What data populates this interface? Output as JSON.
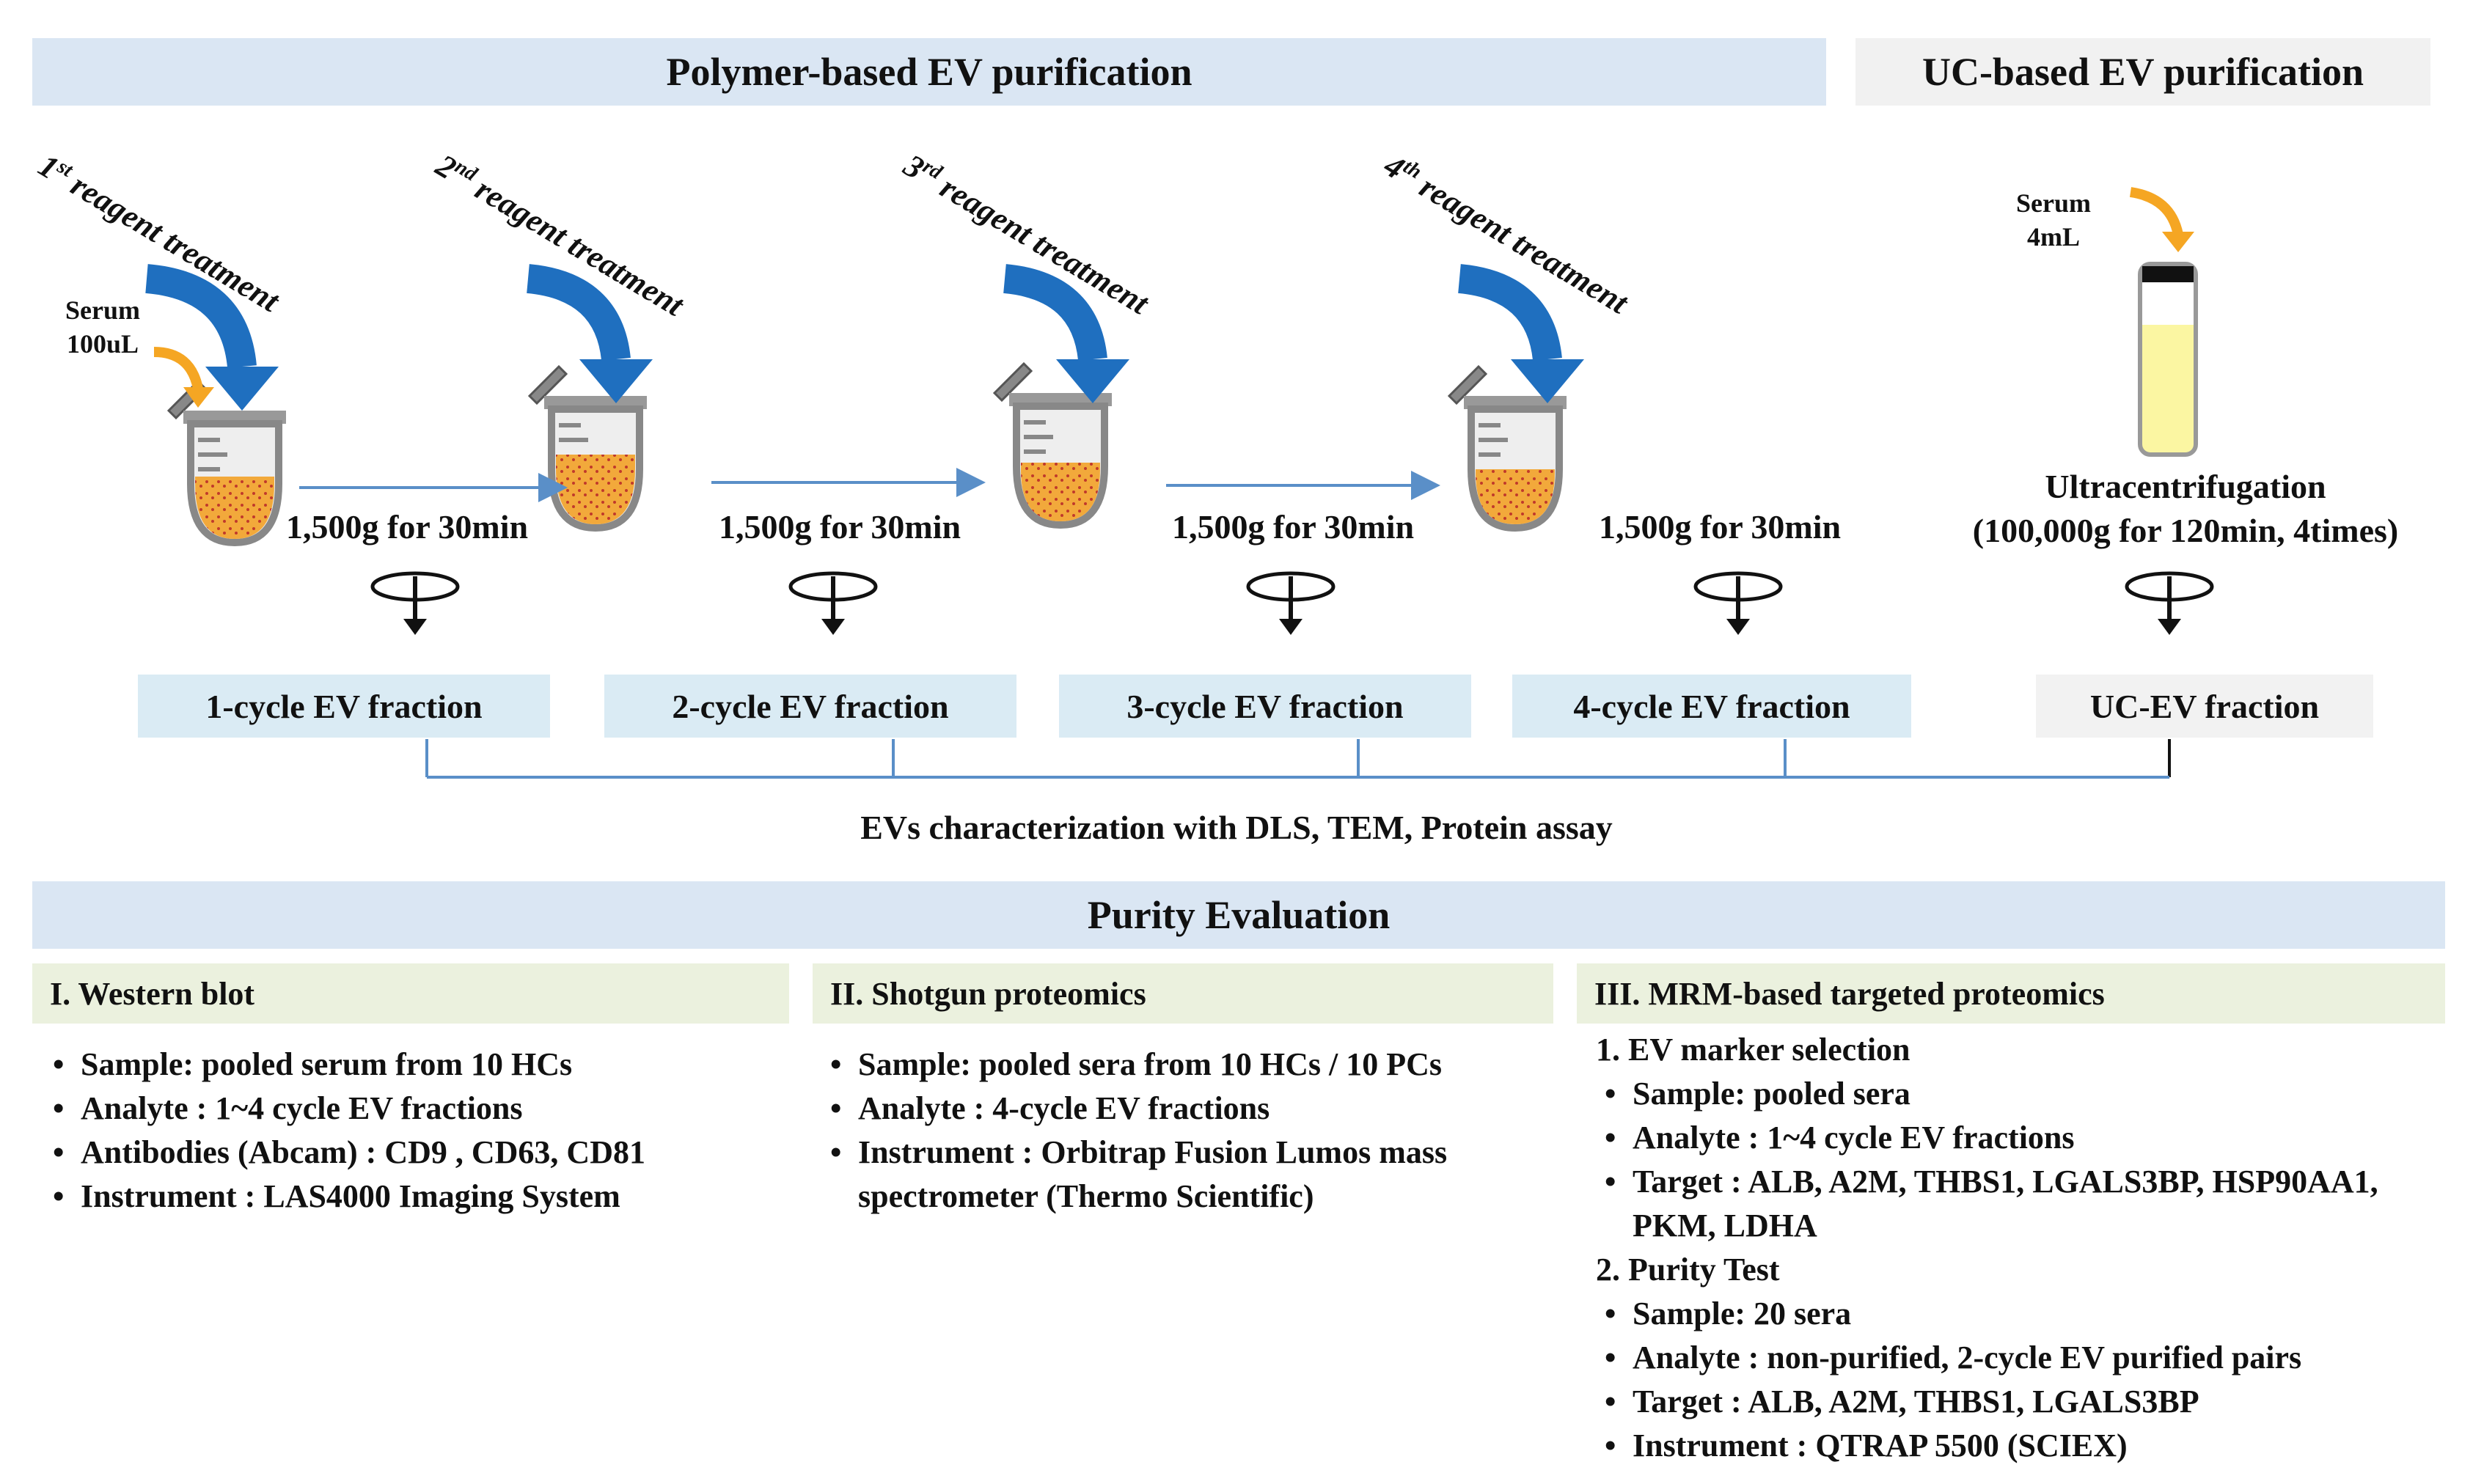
{
  "headers": {
    "polymer": "Polymer-based EV purification",
    "uc": "UC-based EV purification",
    "purity": "Purity Evaluation"
  },
  "steps": [
    {
      "ordinal": "1",
      "suffix": "st",
      "label": "reagent treatment",
      "spin": "1,500g for 30min",
      "fraction": "1-cycle EV fraction"
    },
    {
      "ordinal": "2",
      "suffix": "nd",
      "label": "reagent treatment",
      "spin": "1,500g for 30min",
      "fraction": "2-cycle EV fraction"
    },
    {
      "ordinal": "3",
      "suffix": "rd",
      "label": "reagent treatment",
      "spin": "1,500g for 30min",
      "fraction": "3-cycle EV fraction"
    },
    {
      "ordinal": "4",
      "suffix": "th",
      "label": "reagent treatment",
      "spin": "1,500g for 30min",
      "fraction": "4-cycle EV fraction"
    }
  ],
  "serum_polymer": {
    "line1": "Serum",
    "line2": "100uL"
  },
  "serum_uc": {
    "line1": "Serum",
    "line2": "4mL"
  },
  "uc": {
    "line1": "Ultracentrifugation",
    "line2": "(100,000g for 120min, 4times)",
    "fraction": "UC-EV fraction"
  },
  "characterization": "EVs characterization with DLS, TEM, Protein assay",
  "colors": {
    "header_blue": "#dae6f3",
    "header_gray": "#f1f1f1",
    "fraction_blue": "#daebf4",
    "section_green": "#ebf1de",
    "arrow_blue": "#1f6fbf",
    "arrow_orange": "#f5a623",
    "pellet": "#f2a93b",
    "line_blue": "#5a8fc8"
  },
  "sections": {
    "western": {
      "title": "I. Western blot",
      "items": [
        "Sample: pooled serum from 10 HCs",
        "Analyte : 1~4 cycle EV fractions",
        "Antibodies (Abcam) : CD9 , CD63, CD81",
        "Instrument : LAS4000 Imaging System"
      ]
    },
    "shotgun": {
      "title": "II. Shotgun proteomics",
      "items": [
        "Sample: pooled sera from 10 HCs / 10 PCs",
        "Analyte : 4-cycle EV fractions",
        "Instrument : Orbitrap Fusion Lumos mass spectrometer (Thermo Scientific)"
      ]
    },
    "mrm": {
      "title": "III. MRM-based targeted proteomics",
      "sub1_title": "1. EV marker selection",
      "sub1_items": [
        "Sample: pooled sera",
        "Analyte : 1~4 cycle EV fractions",
        "Target : ALB, A2M, THBS1, LGALS3BP, HSP90AA1, PKM, LDHA"
      ],
      "sub2_title": "2. Purity Test",
      "sub2_items": [
        "Sample: 20 sera",
        "Analyte : non-purified, 2-cycle EV purified pairs",
        "Target : ALB, A2M, THBS1, LGALS3BP",
        "Instrument : QTRAP 5500 (SCIEX)"
      ]
    }
  }
}
